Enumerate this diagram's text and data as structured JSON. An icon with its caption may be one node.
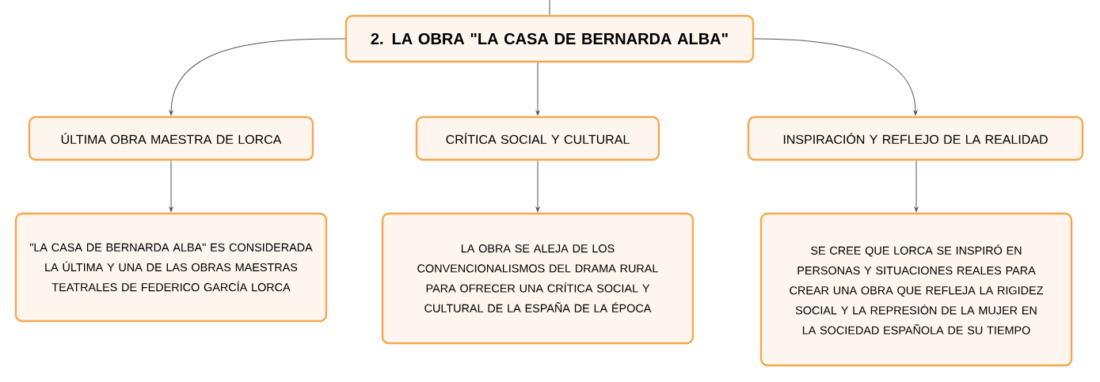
{
  "diagram": {
    "nodes": [
      {
        "text": [
          "2. LA OBRA \"LA CASA DE BERNARDA ALBA\""
        ]
      },
      {
        "text": [
          "ÚLTIMA OBRA MAESTRA DE LORCA"
        ]
      },
      {
        "text": [
          "CRÍTICA SOCIAL Y CULTURAL"
        ]
      },
      {
        "text": [
          "INSPIRACIÓN Y REFLEJO DE LA REALIDAD"
        ]
      },
      {
        "text": [
          "\"LA CASA DE BERNARDA ALBA\" ES CONSIDERADA LA ÚLTIMA Y UNA DE LAS OBRAS MAESTRAS TEATRALES DE FEDERICO GARCÍA LORCA"
        ]
      },
      {
        "text": [
          "LA OBRA SE ALEJA DE LOS CONVENCIONALISMOS DEL DRAMA RURAL PARA OFRECER UNA CRÍTICA SOCIAL Y CULTURAL DE LA ESPAÑA DE LA ÉPOCA"
        ]
      },
      {
        "text": [
          "SE CREE QUE LORCA SE INSPIRÓ EN PERSONAS Y SITUACIONES REALES PARA CREAR UNA OBRA QUE REFLEJA LA RIGIDEZ SOCIAL Y LA REPRESIÓN DE LA MUJER EN LA SOCIEDAD ESPAÑOLA DE SU TIEMPO"
        ]
      }
    ],
    "edges": [
      {
        "from": null,
        "to": 0,
        "arrow": "none"
      },
      {
        "from": 0,
        "to": 1,
        "arrow": "to"
      },
      {
        "from": 0,
        "to": 2,
        "arrow": "to"
      },
      {
        "from": 0,
        "to": 3,
        "arrow": "to"
      },
      {
        "from": 1,
        "to": 4,
        "arrow": "to"
      },
      {
        "from": 2,
        "to": 5,
        "arrow": "to"
      },
      {
        "from": 3,
        "to": 6,
        "arrow": "to"
      }
    ]
  }
}
